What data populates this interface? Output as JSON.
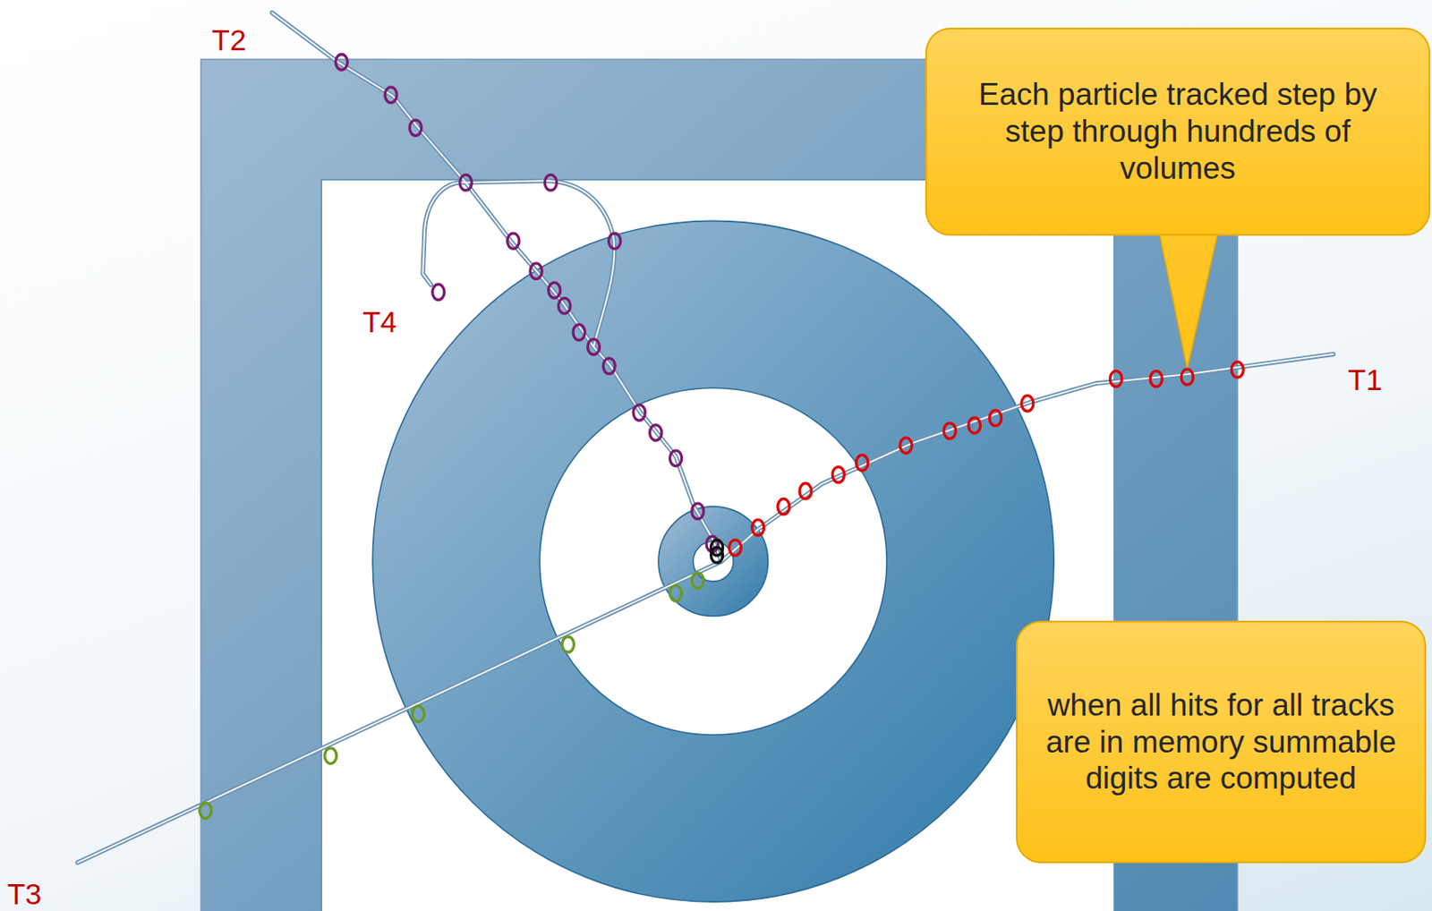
{
  "diagram": {
    "nodes": [
      {
        "text": [
          "Each particle tracked step by step through hundreds of volumes"
        ]
      },
      {
        "text": [
          "when all hits for all tracks are in memory summable digits are computed"
        ]
      }
    ],
    "labels": [
      "T2",
      "T4",
      "T1",
      "T3"
    ]
  }
}
